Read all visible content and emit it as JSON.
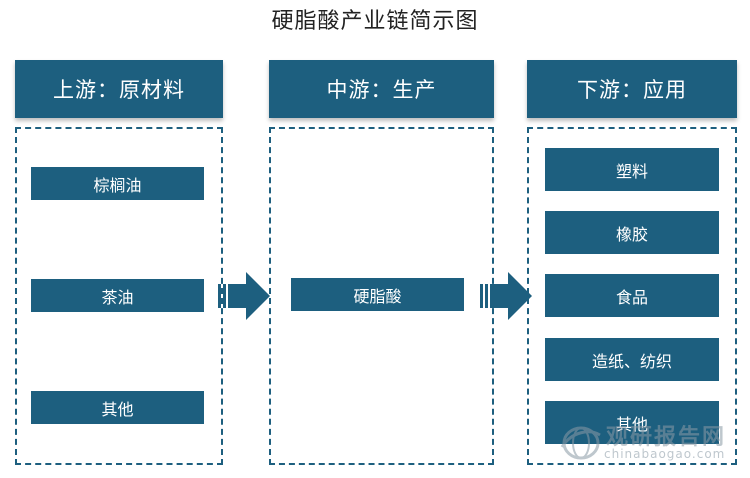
{
  "title": "硬脂酸产业链简示图",
  "colors": {
    "primary": "#1d5f7f",
    "text_on_primary": "#ffffff",
    "watermark": "#8a9aa6"
  },
  "upstream": {
    "header": "上游：原材料",
    "items": [
      "棕榈油",
      "茶油",
      "其他"
    ]
  },
  "midstream": {
    "header": "中游：生产",
    "items": [
      "硬脂酸"
    ]
  },
  "downstream": {
    "header": "下游：应用",
    "items": [
      "塑料",
      "橡胶",
      "食品",
      "造纸、纺织",
      "其他"
    ]
  },
  "watermark": {
    "brand": "观研报告网",
    "url": "chinabaogao.com",
    "icon": "globe-logo-icon"
  }
}
